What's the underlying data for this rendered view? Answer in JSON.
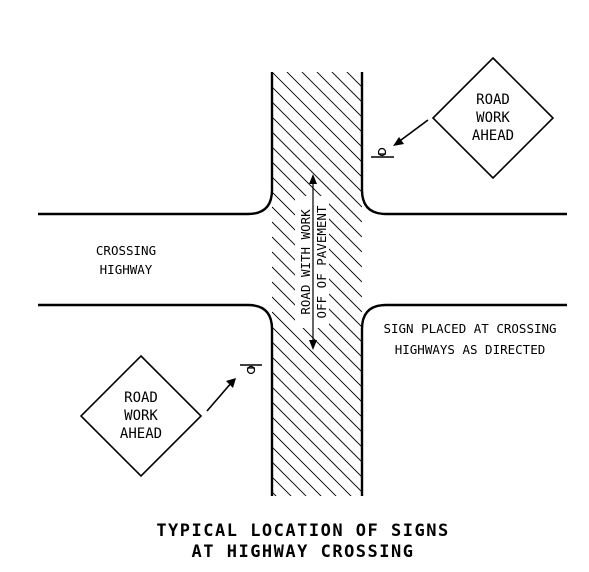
{
  "top_sign": {
    "lines": [
      "ROAD",
      "WORK",
      "AHEAD"
    ]
  },
  "bottom_sign": {
    "lines": [
      "ROAD",
      "WORK",
      "AHEAD"
    ]
  },
  "crossing_label": {
    "lines": [
      "CROSSING",
      "HIGHWAY"
    ]
  },
  "road_label": {
    "lines": [
      "ROAD WITH WORK",
      "OFF OF PAVEMENT"
    ]
  },
  "sign_note": {
    "lines": [
      "SIGN PLACED AT CROSSING",
      "HIGHWAYS AS DIRECTED"
    ]
  },
  "title": {
    "lines": [
      "TYPICAL LOCATION OF  SIGNS",
      "AT HIGHWAY CROSSING"
    ]
  }
}
